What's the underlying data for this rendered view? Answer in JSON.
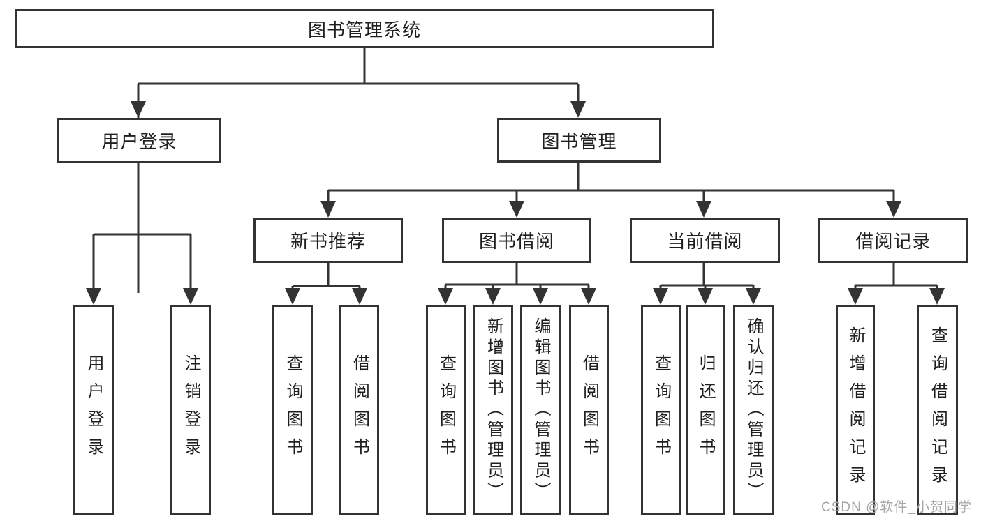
{
  "nodes": {
    "root": "图书管理系统",
    "user_login": "用户登录",
    "book_mgmt": "图书管理",
    "new_book": "新书推荐",
    "book_borrow": "图书借阅",
    "current_borrow": "当前借阅",
    "borrow_record": "借阅记录"
  },
  "leaves": {
    "user_login": [
      "用户登录",
      "注销登录"
    ],
    "new_book": [
      "查询图书",
      "借阅图书"
    ],
    "book_borrow": [
      "查询图书",
      "新增图书（管理员）",
      "编辑图书（管理员）",
      "借阅图书"
    ],
    "current_borrow": [
      "查询图书",
      "归还图书",
      "确认归还（管理员）"
    ],
    "borrow_record": [
      "新增借阅记录",
      "查询借阅记录"
    ]
  },
  "watermark": "CSDN @软件_小贺同学",
  "colors": {
    "line": "#333333",
    "border": "#333333",
    "background": "#ffffff",
    "text": "#1f1f1f",
    "watermark": "#a6a6a6"
  }
}
